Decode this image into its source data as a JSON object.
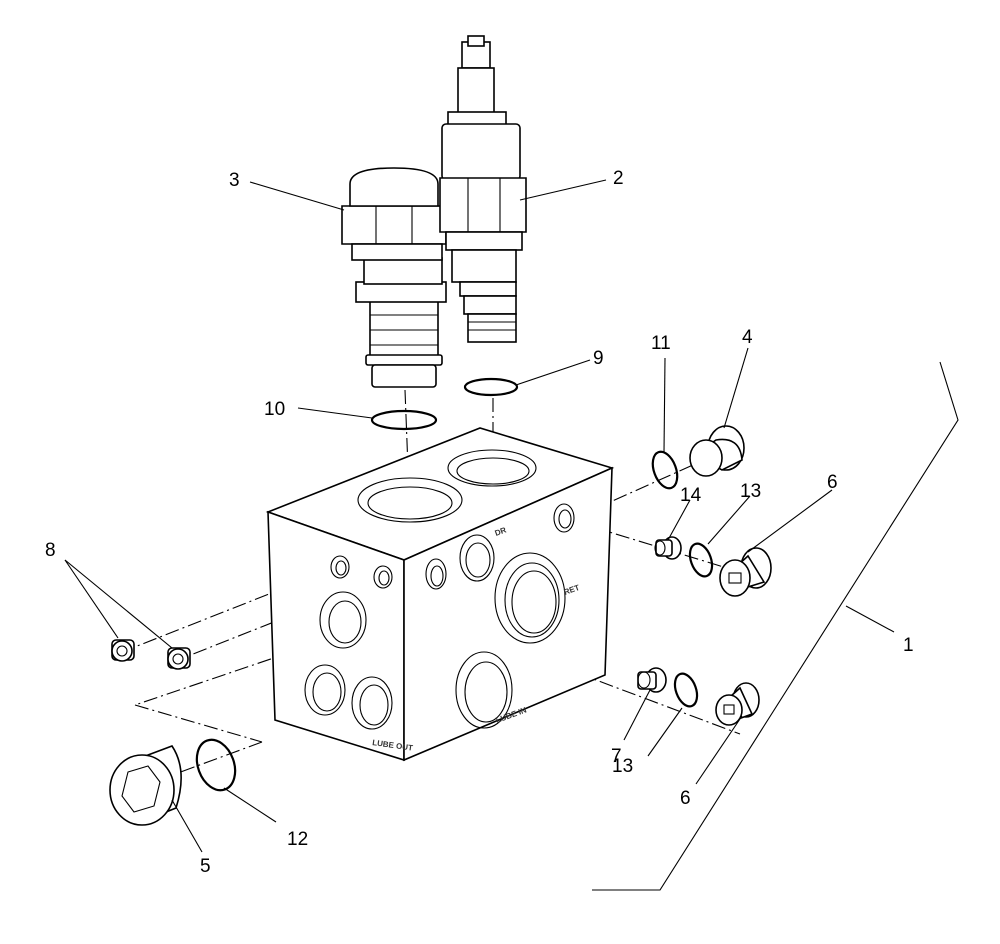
{
  "callouts": [
    {
      "id": "c1",
      "text": "1"
    },
    {
      "id": "c2",
      "text": "2"
    },
    {
      "id": "c3",
      "text": "3"
    },
    {
      "id": "c4",
      "text": "4"
    },
    {
      "id": "c5",
      "text": "5"
    },
    {
      "id": "c6a",
      "text": "6"
    },
    {
      "id": "c6b",
      "text": "6"
    },
    {
      "id": "c7",
      "text": "7"
    },
    {
      "id": "c8",
      "text": "8"
    },
    {
      "id": "c9",
      "text": "9"
    },
    {
      "id": "c10",
      "text": "10"
    },
    {
      "id": "c11",
      "text": "11"
    },
    {
      "id": "c12",
      "text": "12"
    },
    {
      "id": "c13a",
      "text": "13"
    },
    {
      "id": "c13b",
      "text": "13"
    },
    {
      "id": "c14",
      "text": "14"
    }
  ],
  "ports": {
    "dr": "DR",
    "ret": "RET",
    "lube_in": "LUBE IN",
    "lube_out": "LUBE OUT"
  }
}
